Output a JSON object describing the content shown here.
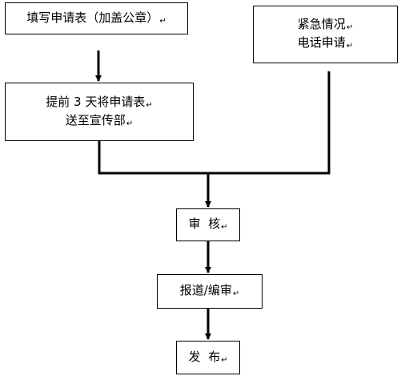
{
  "flowchart": {
    "nodes": {
      "apply": {
        "lines": [
          "填写申请表（加盖公章）"
        ]
      },
      "emergency": {
        "lines": [
          "紧急情况",
          "电话申请"
        ]
      },
      "submit": {
        "lines": [
          "提前 3 天将申请表",
          "送至宣传部"
        ]
      },
      "review": {
        "lines": [
          "审  核"
        ]
      },
      "report": {
        "lines": [
          "报道/编审"
        ]
      },
      "publish": {
        "lines": [
          "发  布"
        ]
      }
    },
    "edges": [
      [
        "apply",
        "submit"
      ],
      [
        "submit",
        "review"
      ],
      [
        "emergency",
        "review"
      ],
      [
        "review",
        "report"
      ],
      [
        "report",
        "publish"
      ]
    ],
    "paragraph_mark": "↵",
    "line_color": "#000000"
  }
}
